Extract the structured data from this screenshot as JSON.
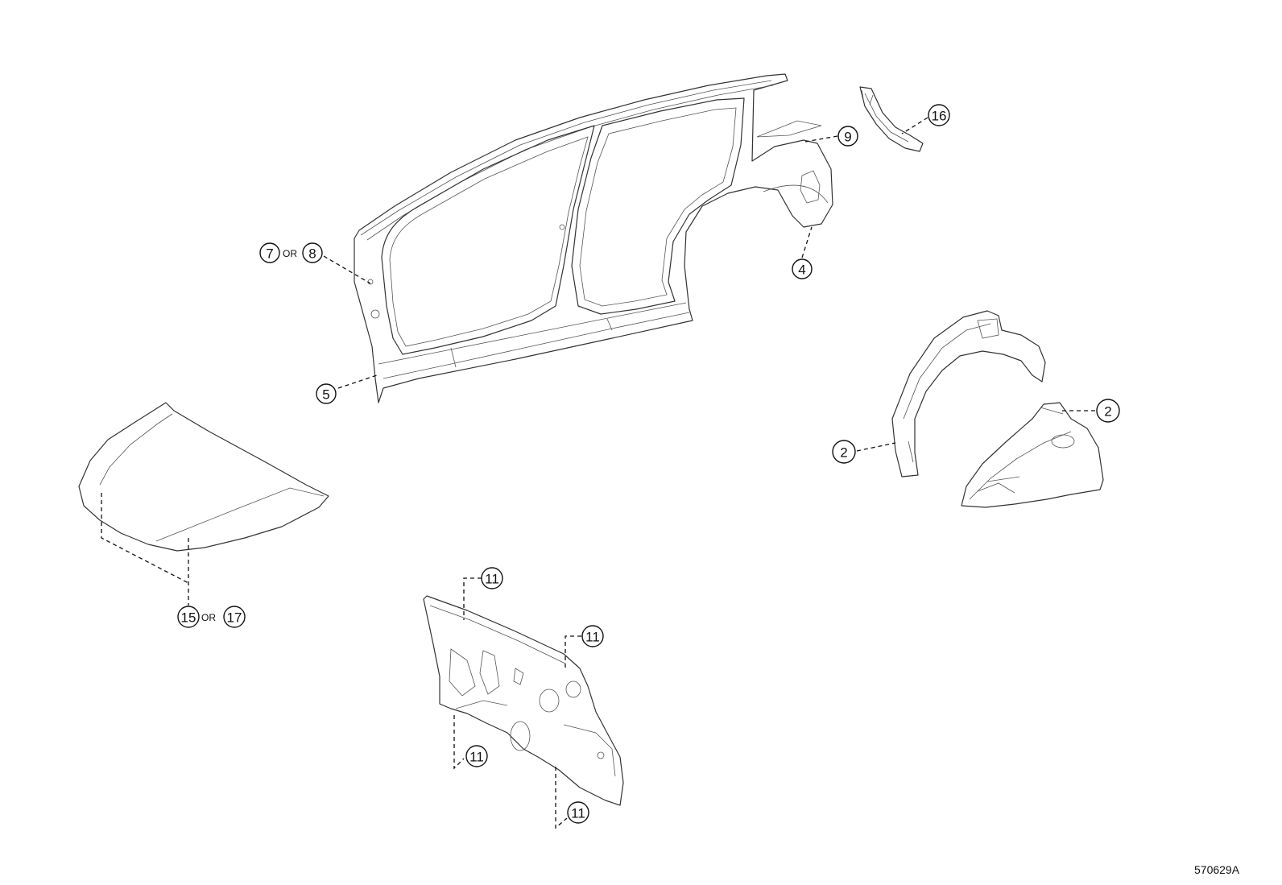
{
  "callouts": {
    "c7": "7",
    "or_7_8": "OR",
    "c8": "8",
    "c9": "9",
    "c16": "16",
    "c4": "4",
    "c5": "5",
    "c2_left": "2",
    "c2_right": "2",
    "c15": "15",
    "or_15_17": "OR",
    "c17": "17",
    "c11_top": "11",
    "c11_right": "11",
    "c11_left_bottom": "11",
    "c11_bottom": "11"
  },
  "reference_code": "570629A"
}
